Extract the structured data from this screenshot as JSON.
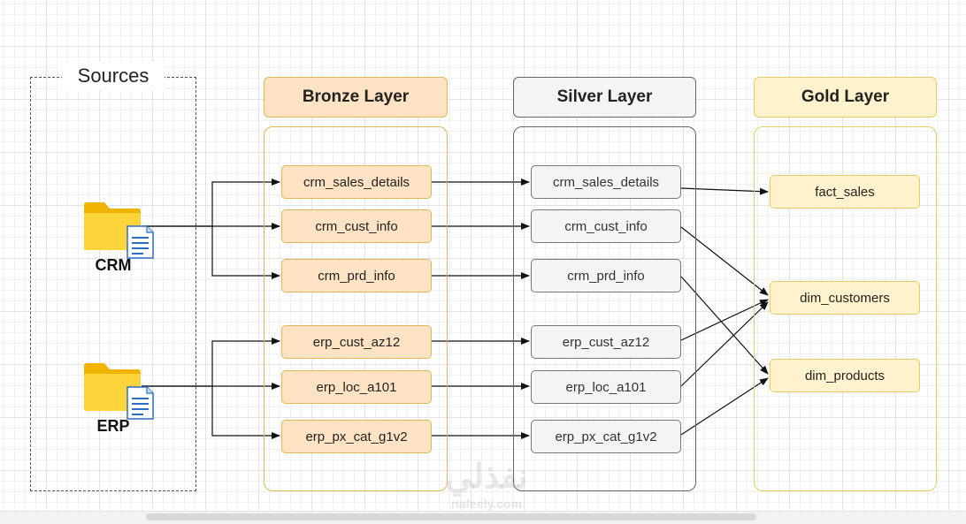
{
  "sources": {
    "title": "Sources",
    "items": [
      {
        "label": "CRM",
        "icon": "folder-document-icon"
      },
      {
        "label": "ERP",
        "icon": "folder-document-icon"
      }
    ]
  },
  "layers": {
    "bronze": {
      "title": "Bronze Layer",
      "color": "#fde3c4",
      "border": "#e2b658",
      "tables": [
        "crm_sales_details",
        "crm_cust_info",
        "crm_prd_info",
        "erp_cust_az12",
        "erp_loc_a101",
        "erp_px_cat_g1v2"
      ]
    },
    "silver": {
      "title": "Silver Layer",
      "color": "#f4f4f4",
      "border": "#666666",
      "tables": [
        "crm_sales_details",
        "crm_cust_info",
        "crm_prd_info",
        "erp_cust_az12",
        "erp_loc_a101",
        "erp_px_cat_g1v2"
      ]
    },
    "gold": {
      "title": "Gold Layer",
      "color": "#fff2cc",
      "border": "#e6cc66",
      "tables": [
        "fact_sales",
        "dim_customers",
        "dim_products"
      ]
    }
  },
  "watermark": {
    "arabic": "نفذلي",
    "latin": "nafeely.com"
  }
}
